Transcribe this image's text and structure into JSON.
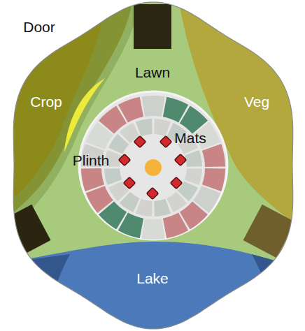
{
  "diagram": {
    "labels": [
      "Door",
      "Lawn",
      "Crop",
      "Veg",
      "Mats",
      "Plinth",
      "Lake"
    ]
  }
}
